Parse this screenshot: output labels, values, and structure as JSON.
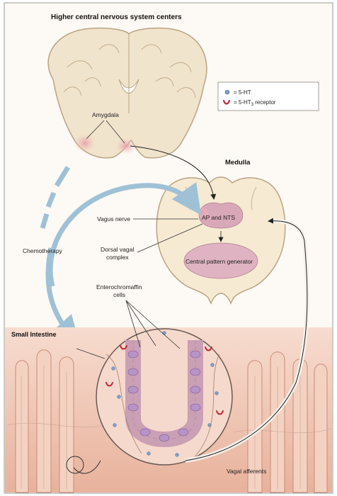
{
  "figure": {
    "title": "Higher central nervous system centers",
    "medulla_title": "Medulla",
    "intestine_title": "Small Intestine"
  },
  "legend": {
    "serotonin": "= 5-HT",
    "receptor_prefix": "= 5-HT",
    "receptor_subscript": "3",
    "receptor_suffix": " receptor"
  },
  "labels": {
    "amygdala": "Amygdala",
    "vagus_nerve": "Vagus nerve",
    "ap_nts": "AP and NTS",
    "chemotherapy": "Chemotherapy",
    "dorsal_vagal_line1": "Dorsal vagal",
    "dorsal_vagal_line2": "complex",
    "central_pattern_generator": "Central pattern generator",
    "enterochromaffin_line1": "Enterochromaffin",
    "enterochromaffin_line2": "cells",
    "vagal_afferents": "Vagal afferents"
  },
  "colors": {
    "brain_fill": "#f1e4cc",
    "brain_stroke": "#b8a484",
    "medulla_fill": "#f6ead3",
    "nucleus_fill": "#d9a8b8",
    "tissue_fill": "#f2c9b8",
    "chemo_arrow": "#9fc1d6",
    "receptor": "#c0283a",
    "serotonin_dot": "#7f9fcd"
  }
}
